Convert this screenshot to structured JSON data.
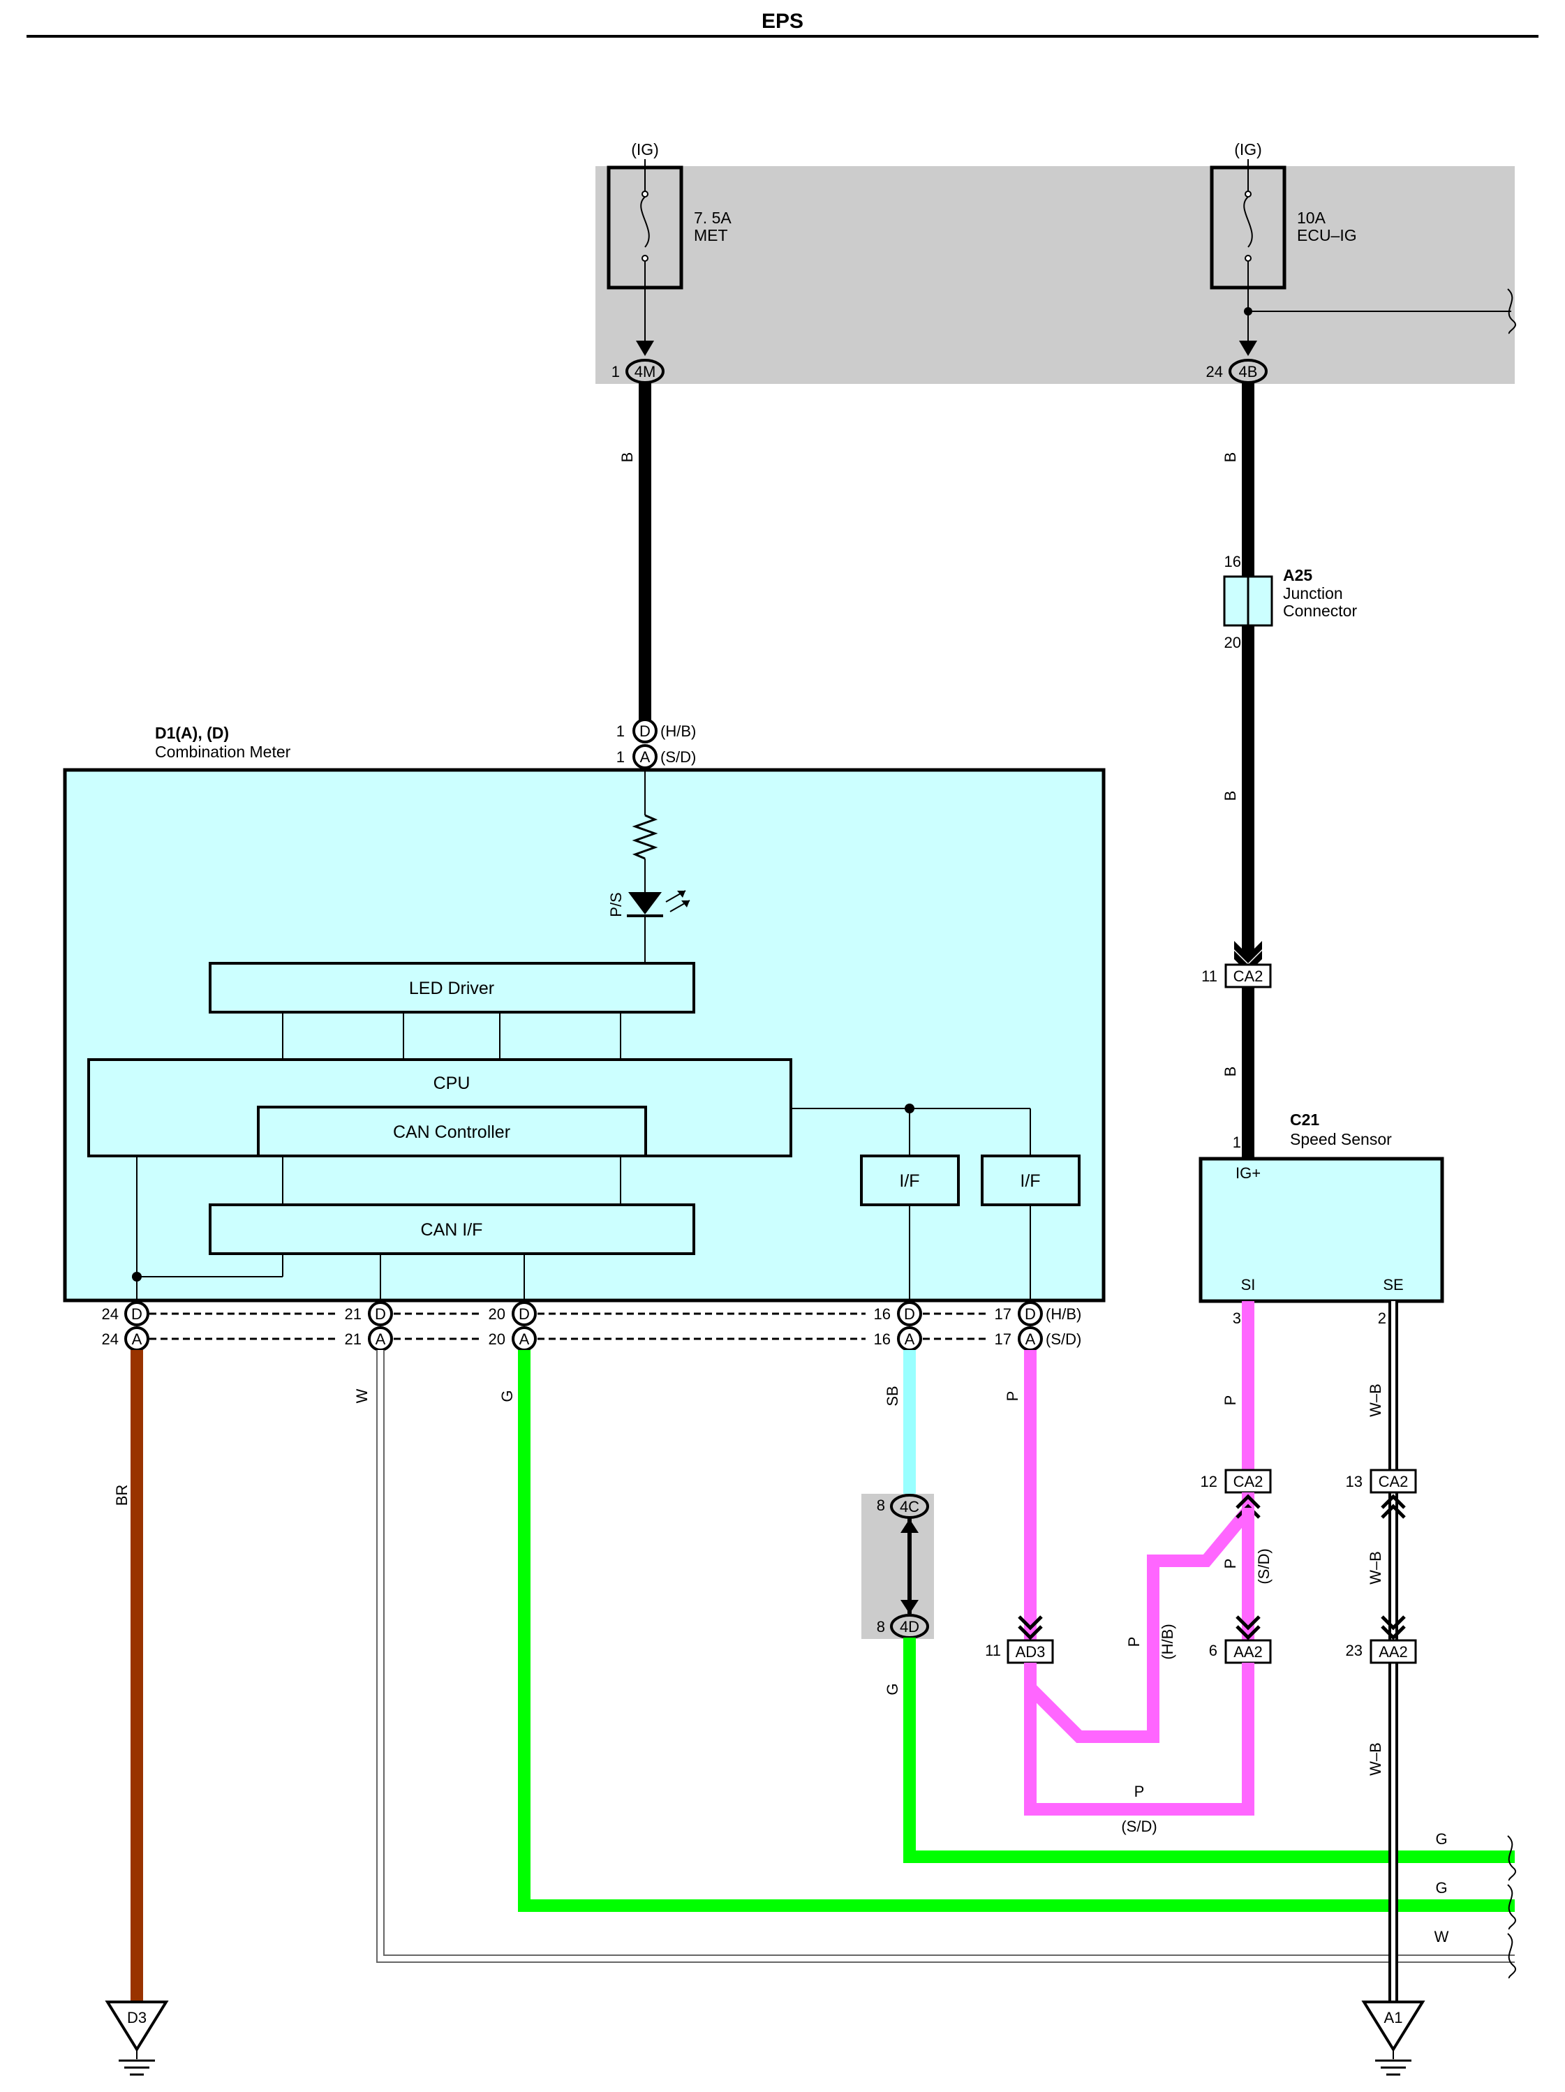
{
  "title": "EPS",
  "fuses": [
    {
      "supply": "(IG)",
      "rating": "7. 5A",
      "name": "MET",
      "connector": "4M",
      "pin": "1"
    },
    {
      "supply": "(IG)",
      "rating": "10A",
      "name": "ECU–IG",
      "connector": "4B",
      "pin": "24"
    }
  ],
  "junction": {
    "id": "A25",
    "name_line1": "Junction",
    "name_line2": "Connector",
    "pin_top": "16",
    "pin_bottom": "20"
  },
  "meter": {
    "id": "D1(A), (D)",
    "name": "Combination Meter",
    "power_pins": [
      {
        "pin": "1",
        "conn": "D",
        "variant": "(H/B)"
      },
      {
        "pin": "1",
        "conn": "A",
        "variant": "(S/D)"
      }
    ],
    "indicator_label": "P/S",
    "blocks": {
      "led_driver": "LED Driver",
      "cpu": "CPU",
      "can_controller": "CAN Controller",
      "can_if": "CAN I/F",
      "if1": "I/F",
      "if2": "I/F"
    },
    "bottom_pins": [
      {
        "pin": "24",
        "wire": "BR"
      },
      {
        "pin": "21",
        "wire": "W"
      },
      {
        "pin": "20",
        "wire": "G"
      },
      {
        "pin": "16",
        "wire": "SB"
      },
      {
        "pin": "17",
        "wire": "P"
      }
    ],
    "conn_d": "D",
    "conn_a": "A",
    "variant_hb": "(H/B)",
    "variant_sd": "(S/D)"
  },
  "sensor": {
    "id": "C21",
    "name": "Speed Sensor",
    "pin_ig": "IG+",
    "pin_si": "SI",
    "pin_se": "SE",
    "pin1": "1",
    "pin3": "3",
    "pin2": "2"
  },
  "connectors": [
    {
      "name": "CA2",
      "pin": "11"
    },
    {
      "name": "CA2",
      "pin": "12"
    },
    {
      "name": "CA2",
      "pin": "13"
    },
    {
      "name": "AA2",
      "pin": "6"
    },
    {
      "name": "AA2",
      "pin": "23"
    },
    {
      "name": "AD3",
      "pin": "11"
    },
    {
      "name": "4C",
      "pin": "8"
    },
    {
      "name": "4D",
      "pin": "8"
    }
  ],
  "wire_labels": {
    "b": "B",
    "br": "BR",
    "w": "W",
    "g": "G",
    "sb": "SB",
    "p": "P",
    "wb": "W–B",
    "hb": "(H/B)",
    "sd": "(S/D)"
  },
  "grounds": [
    "D3",
    "A1"
  ],
  "colors": {
    "module_fill": "#ccffff",
    "fuse_box_fill": "#cccccc",
    "wire_black": "#000000",
    "wire_brown": "#993300",
    "wire_green": "#00ff00",
    "wire_sky_blue": "#99ffff",
    "wire_pink": "#ff66ff",
    "wire_white": "#ffffff"
  }
}
